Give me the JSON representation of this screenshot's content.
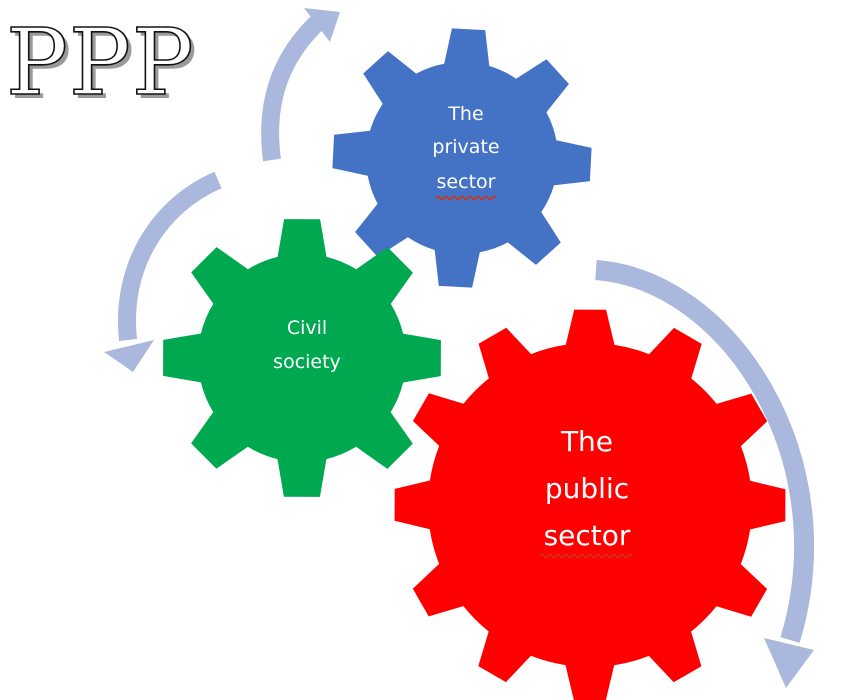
{
  "title": "PPP",
  "colors": {
    "arrow": "#a9b8dc",
    "private_gear": "#4472c4",
    "civil_gear": "#00a84f",
    "public_gear": "#ff0000",
    "spellcheck": "#d0341c"
  },
  "gears": {
    "private": {
      "lines": [
        "The",
        "private",
        "sector"
      ]
    },
    "civil": {
      "lines": [
        "Civil",
        "society"
      ]
    },
    "public": {
      "lines": [
        "The",
        "public",
        "sector"
      ]
    }
  }
}
